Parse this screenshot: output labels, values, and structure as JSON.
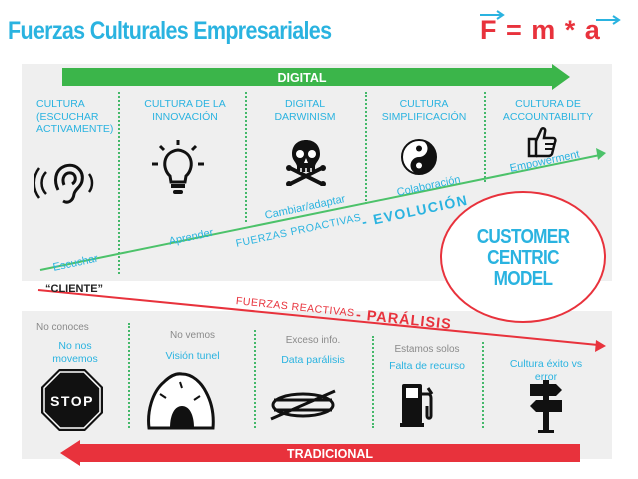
{
  "header": {
    "title": "Fuerzas Culturales Empresariales",
    "formula": "F = m * a"
  },
  "colors": {
    "accent_blue": "#2ab3e0",
    "digital_green": "#3bb54a",
    "traditional_red": "#e8323c",
    "proactive_line": "#4cc26a",
    "reactive_line": "#e8323c"
  },
  "digital_bar": {
    "label": "DIGITAL"
  },
  "traditional_bar": {
    "label": "TRADICIONAL"
  },
  "top_columns": [
    {
      "label": "CULTURA\n(ESCUCHAR\nACTIVAMENTE)",
      "icon": "ear-icon",
      "action": "Escuchar"
    },
    {
      "label": "CULTURA DE LA\nINNOVACIÓN",
      "icon": "lightbulb-icon",
      "action": "Aprender"
    },
    {
      "label": "DIGITAL\nDARWINISM",
      "icon": "skull-icon",
      "action": "Cambiar/adaptar"
    },
    {
      "label": "CULTURA\nSIMPLIFICACIÓN",
      "icon": "yin-yang-icon",
      "action": "Colaboración"
    },
    {
      "label": "CULTURA DE\nACCOUNTABILITY",
      "icon": "thumbs-up-icon",
      "action": "Empowerment"
    }
  ],
  "proactive": {
    "label": "FUERZAS PROACTIVAS",
    "result": "- EVOLUCIÓN"
  },
  "cliente": {
    "label": "“CLIENTE”"
  },
  "customer_centric": {
    "label": "CUSTOMER CENTRIC\nMODEL"
  },
  "reactive": {
    "label": "FUERZAS REACTIVAS",
    "result": "- PARÁLISIS"
  },
  "bottom_columns": [
    {
      "top": "No conoces",
      "bottom": "No nos\nmovemos",
      "icon": "stop-sign-icon",
      "icon_text": "STOP"
    },
    {
      "top": "No vemos",
      "bottom": "Visión tunel",
      "icon": "tunnel-icon"
    },
    {
      "top": "Exceso info.",
      "bottom": "Data parálisis",
      "icon": "overload-icon"
    },
    {
      "top": "Estamos solos",
      "bottom": "Falta de recurso",
      "icon": "fuel-pump-icon"
    },
    {
      "top": "",
      "bottom": "Cultura éxito vs\nerror",
      "icon": "signpost-icon"
    }
  ]
}
